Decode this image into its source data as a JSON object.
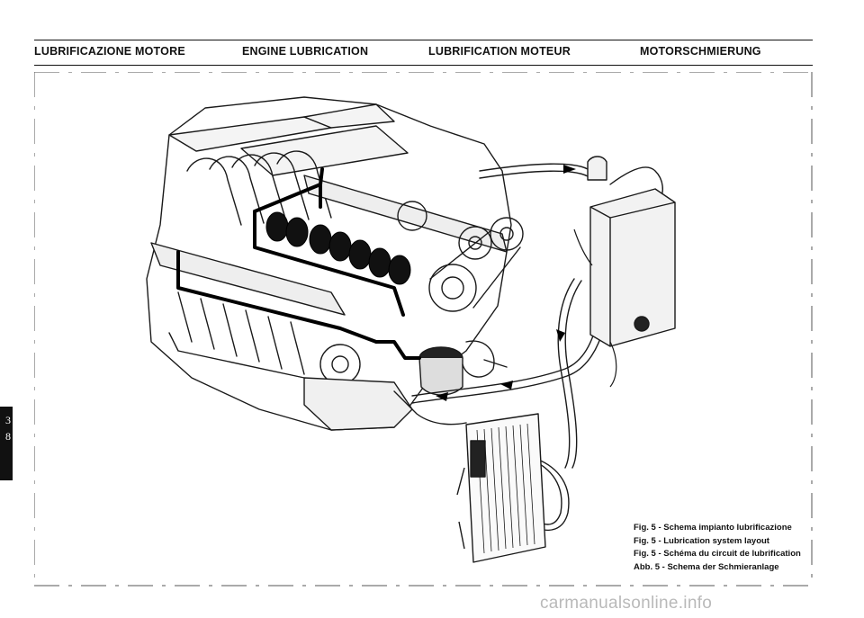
{
  "header": {
    "titles": [
      "LUBRIFICAZIONE MOTORE",
      "ENGINE LUBRICATION",
      "LUBRIFICATION MOTEUR",
      "MOTORSCHMIERUNG"
    ]
  },
  "figure": {
    "caption_lines": [
      "Fig. 5 - Schema impianto lubrificazione",
      "Fig. 5 - Lubrication system layout",
      "Fig. 5 - Schéma du circuit de lubrification",
      "Abb. 5 - Schema der Schmieranlage"
    ]
  },
  "side_tab": {
    "lines": [
      "3",
      "8"
    ]
  },
  "watermark": {
    "text": "carmanualsonline.info"
  }
}
